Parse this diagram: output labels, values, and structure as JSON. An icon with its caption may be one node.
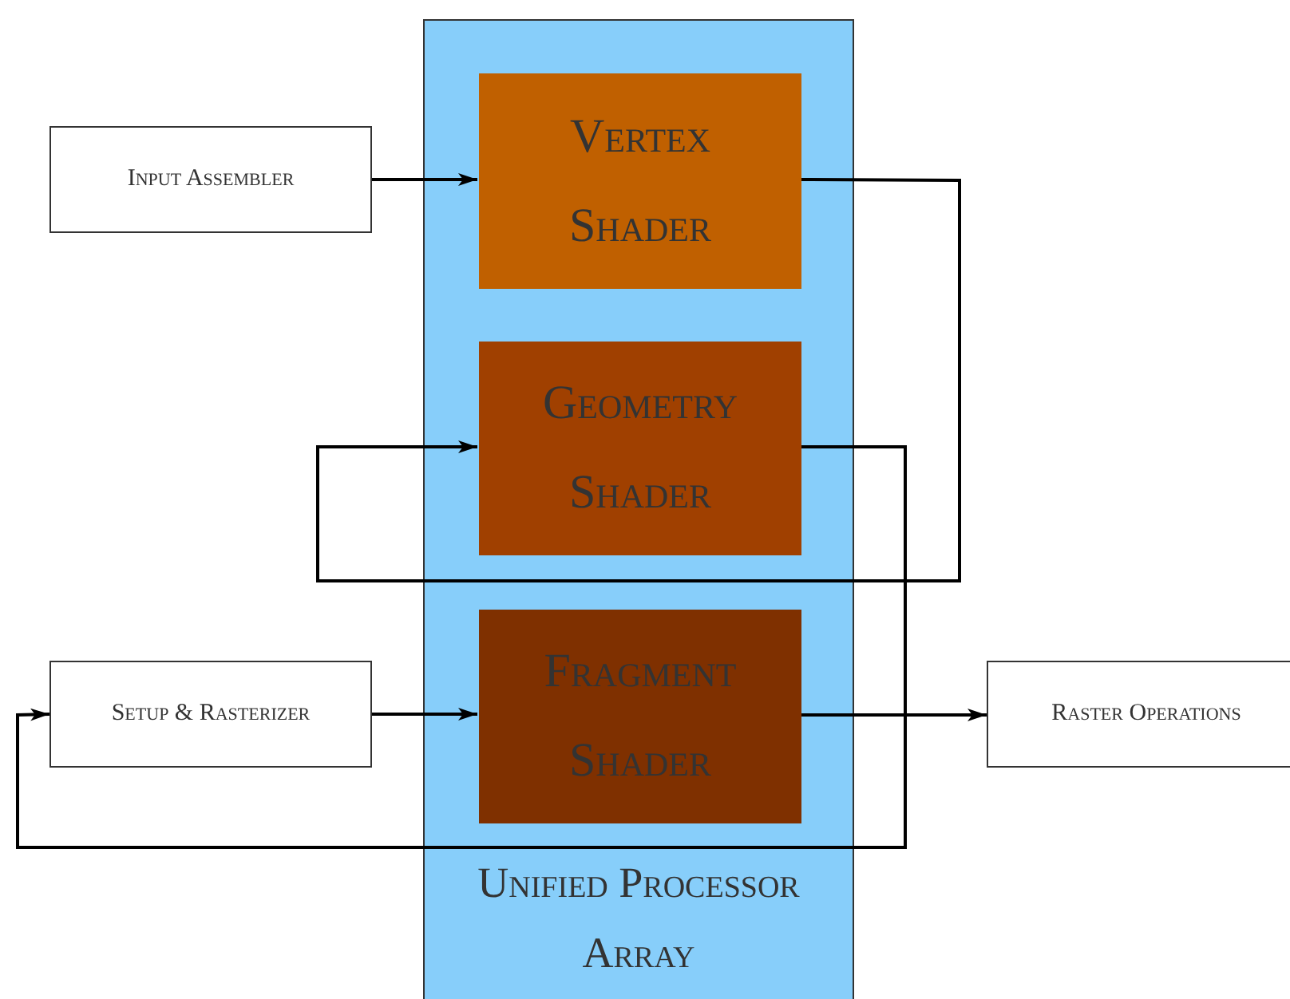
{
  "diagram": {
    "nodes": [
      {
        "text": [
          "Unified Processor Array"
        ]
      },
      {
        "text": [
          "Vertex Shader"
        ],
        "in": 0
      },
      {
        "text": [
          "Geometry Shader"
        ],
        "in": 0
      },
      {
        "text": [
          "Fragment Shader"
        ],
        "in": 0
      },
      {
        "text": [
          "Input Assembler"
        ]
      },
      {
        "text": [
          "Setup & Rasterizer"
        ]
      },
      {
        "text": [
          "Raster Operations"
        ]
      }
    ],
    "edges": [
      {
        "from": 4,
        "to": 1,
        "arrow": "to"
      },
      {
        "from": 1,
        "to": 2,
        "arrow": "to"
      },
      {
        "from": 2,
        "to": 5,
        "arrow": "to"
      },
      {
        "from": 5,
        "to": 3,
        "arrow": "to"
      },
      {
        "from": 3,
        "to": 6,
        "arrow": "to"
      }
    ]
  }
}
